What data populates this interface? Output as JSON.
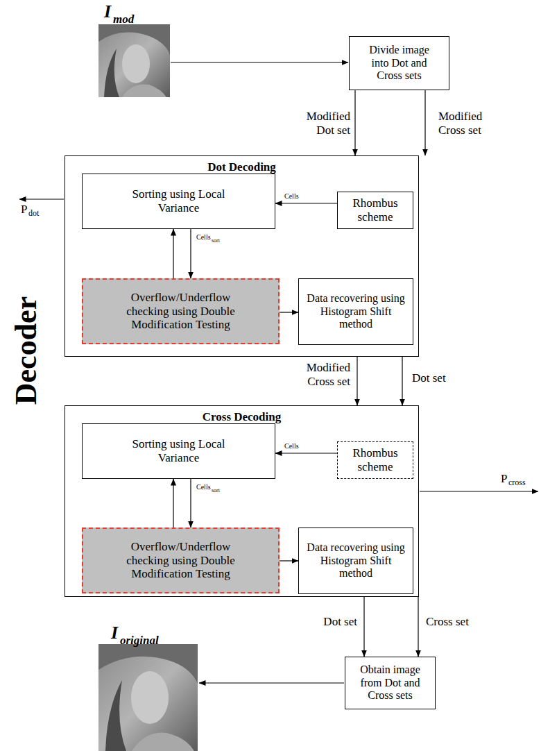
{
  "diagram": {
    "nodes": [
      {
        "text": [
          "Divide image into Dot and Cross sets"
        ]
      },
      {
        "text": [
          "Dot Decoding"
        ]
      },
      {
        "text": [
          "Sorting using Local Variance"
        ],
        "in": 1
      },
      {
        "text": [
          "Rhombus scheme"
        ],
        "in": 1
      },
      {
        "text": [
          "Overflow/Underflow checking using Double Modification Testing"
        ],
        "in": 1
      },
      {
        "text": [
          "Data recovering using Histogram Shift method"
        ],
        "in": 1
      },
      {
        "text": [
          "Cross Decoding"
        ]
      },
      {
        "text": [
          "Sorting using Local Variance"
        ],
        "in": 6
      },
      {
        "text": [
          "Rhombus scheme"
        ],
        "in": 6
      },
      {
        "text": [
          "Overflow/Underflow checking using Double Modification Testing"
        ],
        "in": 6
      },
      {
        "text": [
          "Data recovering using Histogram Shift method"
        ],
        "in": 6
      },
      {
        "text": [
          "Obtain image from Dot and Cross sets"
        ]
      }
    ],
    "edges": [
      {
        "from": 0,
        "to": 1,
        "label": "Modified Dot set",
        "arrow": "to"
      },
      {
        "from": 0,
        "to": 1,
        "label": "Modified Cross set",
        "arrow": "to"
      },
      {
        "from": 3,
        "to": 2,
        "label": "Cells",
        "arrow": "to"
      },
      {
        "from": 2,
        "to": 4,
        "label": "Cells",
        "arrow": "to"
      },
      {
        "from": 4,
        "to": 2,
        "arrow": "to"
      },
      {
        "from": 4,
        "to": 5,
        "arrow": "to"
      },
      {
        "from": 1,
        "to": 6,
        "label": "Modified Cross set",
        "arrow": "to"
      },
      {
        "from": 1,
        "to": 6,
        "label": "Dot set",
        "arrow": "to"
      },
      {
        "from": 8,
        "to": 7,
        "label": "Cells",
        "arrow": "to"
      },
      {
        "from": 7,
        "to": 9,
        "label": "Cells",
        "arrow": "to"
      },
      {
        "from": 9,
        "to": 7,
        "arrow": "to"
      },
      {
        "from": 9,
        "to": 10,
        "arrow": "to"
      },
      {
        "from": 6,
        "to": 11,
        "label": "Dot set",
        "arrow": "to"
      },
      {
        "from": 6,
        "to": 11,
        "label": "Cross set",
        "arrow": "to"
      }
    ],
    "labels": [
      "I",
      "mod",
      "sort",
      "P",
      "dot",
      "Decoder",
      "sort",
      "P",
      "cross",
      "I",
      "original"
    ]
  }
}
